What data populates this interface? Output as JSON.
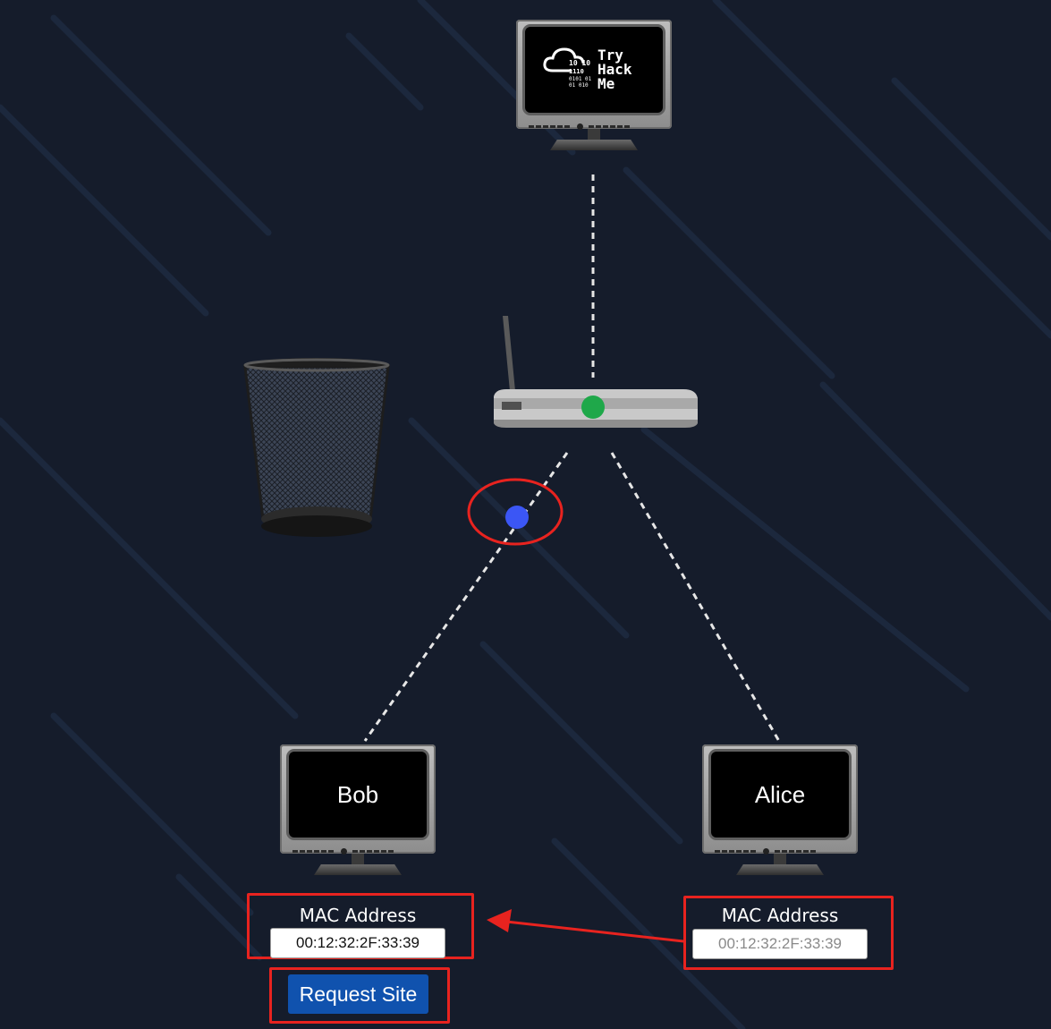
{
  "monitors": {
    "server": {
      "logo_lines": [
        "Try",
        "Hack",
        "Me"
      ],
      "logo_bits": [
        "10  10",
        "1110",
        "0101 01",
        "01  010"
      ]
    },
    "bob": {
      "label": "Bob"
    },
    "alice": {
      "label": "Alice"
    }
  },
  "bob_panel": {
    "mac_label": "MAC Address",
    "mac_value": "00:12:32:2F:33:39",
    "request_button": "Request Site"
  },
  "alice_panel": {
    "mac_label": "MAC Address",
    "mac_value": "00:12:32:2F:33:39"
  },
  "colors": {
    "background": "#151c2b",
    "highlight": "#e8231f",
    "packet": "#3b56f5",
    "router_led": "#1fa84a",
    "button": "#1052ae"
  },
  "icons": {
    "router": "router-icon",
    "bin": "trash-bin-icon",
    "packet": "packet-dot-icon",
    "arrow": "arrow-left-icon"
  }
}
